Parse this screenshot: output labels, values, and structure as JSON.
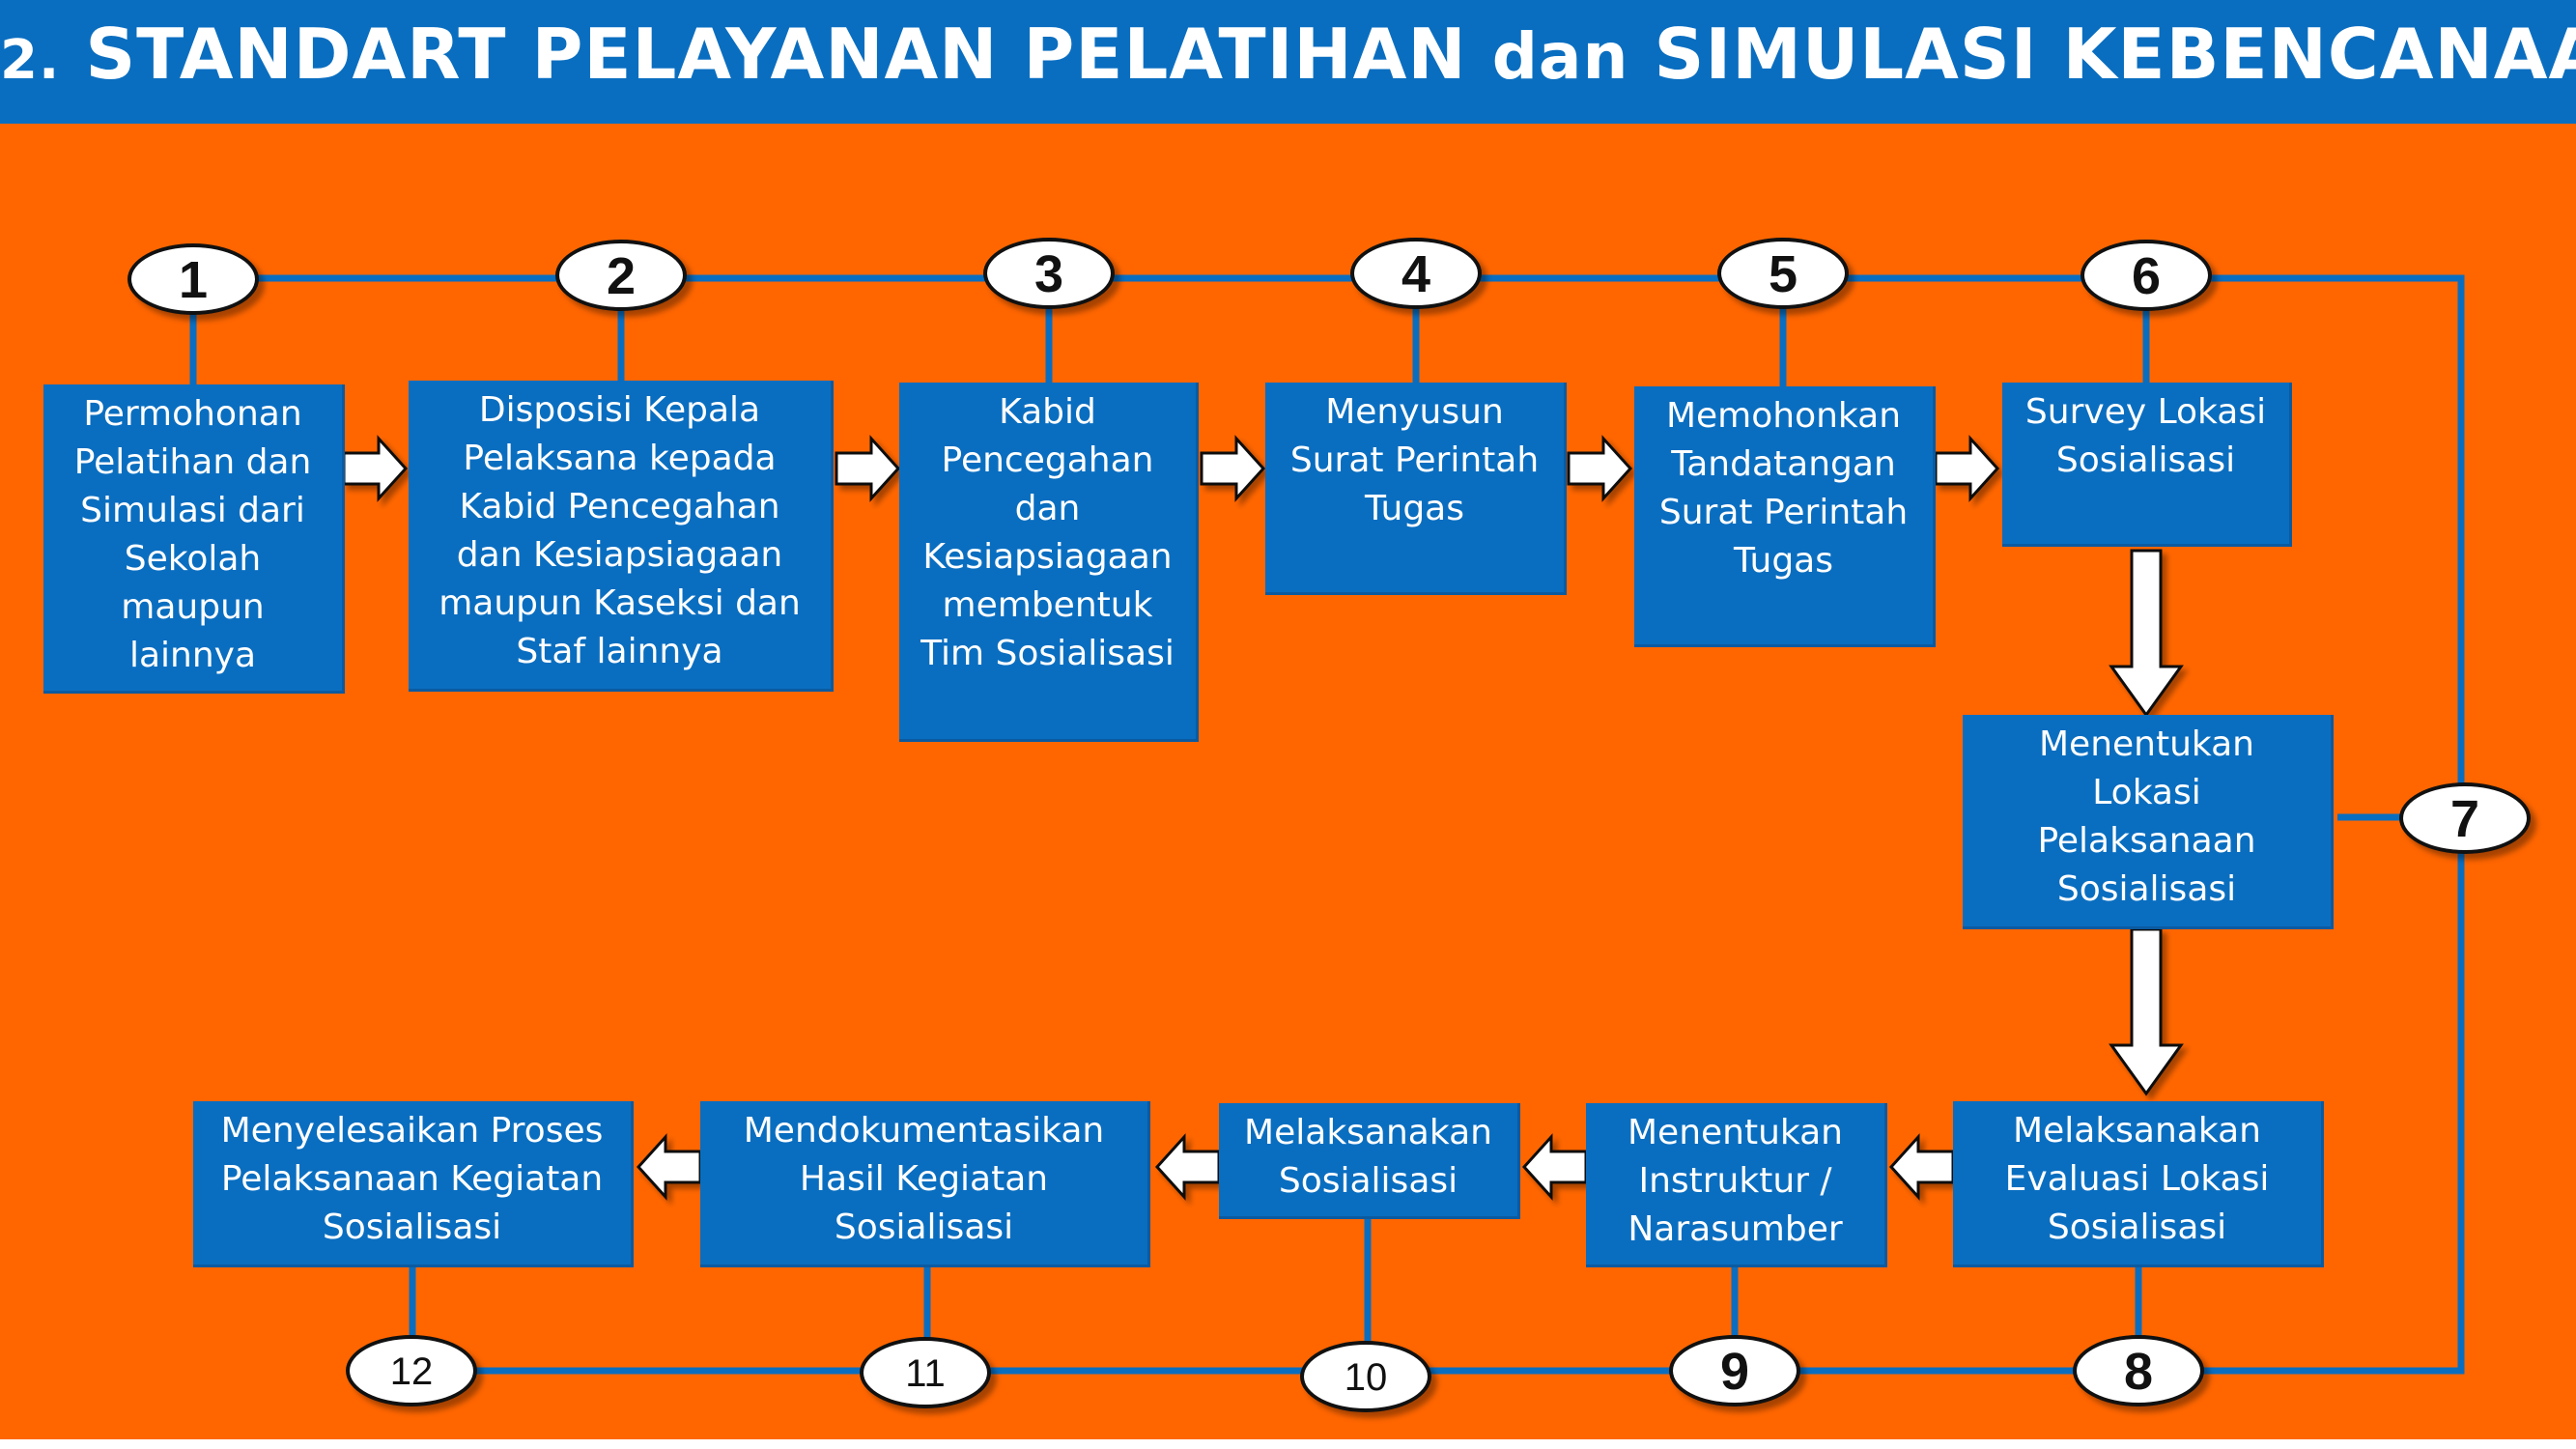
{
  "header": {
    "number": "2.",
    "title_a": "STANDART PELAYANAN PELATIHAN",
    "title_dan": "dan",
    "title_b": "SIMULASI KEBENCANAAN"
  },
  "steps": [
    {
      "num": "1",
      "text": "Permohonan\nPelatihan dan\nSimulasi dari\nSekolah\nmaupun\nlainnya"
    },
    {
      "num": "2",
      "text": "Disposisi Kepala\nPelaksana kepada\nKabid Pencegahan\ndan Kesiapsiagaan\nmaupun Kaseksi dan\nStaf lainnya"
    },
    {
      "num": "3",
      "text": "Kabid\nPencegahan\ndan\nKesiapsiagaan\nmembentuk\nTim Sosialisasi"
    },
    {
      "num": "4",
      "text": "Menyusun\nSurat Perintah\nTugas"
    },
    {
      "num": "5",
      "text": "Memohonkan\nTandatangan\nSurat Perintah\nTugas"
    },
    {
      "num": "6",
      "text": "Survey Lokasi\nSosialisasi"
    },
    {
      "num": "7",
      "text": "Menentukan\nLokasi\nPelaksanaan\nSosialisasi"
    },
    {
      "num": "8",
      "text": "Melaksanakan\nEvaluasi Lokasi\nSosialisasi"
    },
    {
      "num": "9",
      "text": "Menentukan\nInstruktur /\nNarasumber"
    },
    {
      "num": "10",
      "text": "Melaksanakan\nSosialisasi"
    },
    {
      "num": "11",
      "text": "Mendokumentasikan\nHasil Kegiatan\nSosialisasi"
    },
    {
      "num": "12",
      "text": "Menyelesaikan Proses\nPelaksanaan Kegiatan\nSosialisasi"
    }
  ],
  "colors": {
    "background": "#ff6600",
    "box": "#0a6ec0",
    "line": "#0a6ec0",
    "badge": "#ffffff"
  }
}
